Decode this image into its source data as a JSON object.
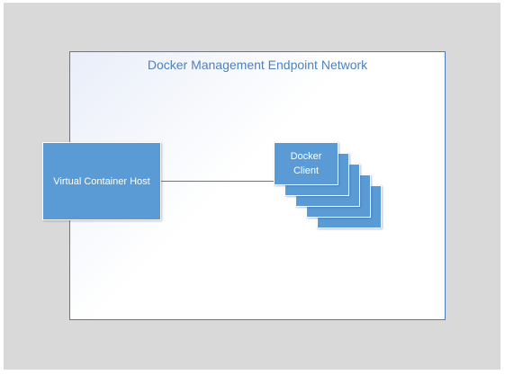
{
  "diagram": {
    "network_title": "Docker Management Endpoint Network",
    "host_label": "Virtual Container Host",
    "client_label": "Docker Client"
  },
  "colors": {
    "box_fill": "#5b9bd5",
    "border": "#4a7bb7",
    "title_text": "#4f81bd",
    "background": "#d9d9d9"
  }
}
